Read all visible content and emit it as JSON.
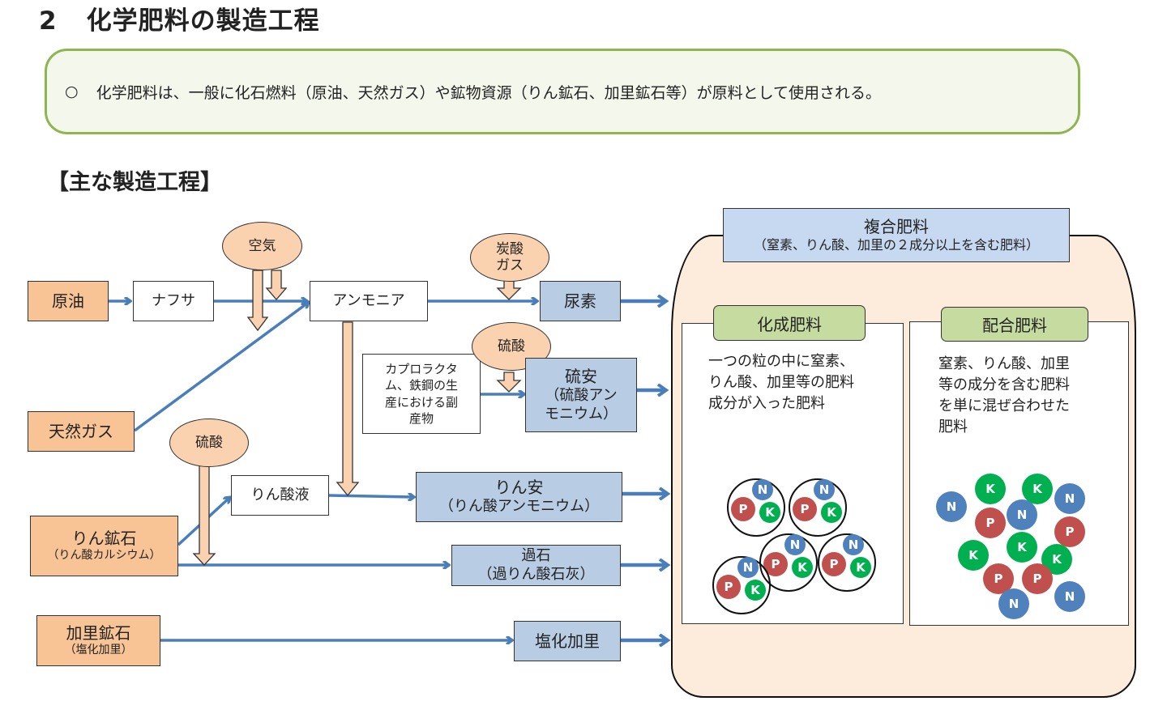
{
  "header": {
    "number": "2",
    "title": "化学肥料の製造工程"
  },
  "intro": {
    "bullet": "○",
    "text": "化学肥料は、一般に化石燃料（原油、天然ガス）や鉱物資源（りん鉱石、加里鉱石等）が原料として使用される。"
  },
  "subtitle": "【主な製造工程】",
  "raw_materials": {
    "crude_oil": "原油",
    "natural_gas": "天然ガス",
    "phosphate_rock": {
      "name": "りん鉱石",
      "note": "（りん酸カルシウム）"
    },
    "potash_ore": {
      "name": "加里鉱石",
      "note": "（塩化加里）"
    }
  },
  "intermediates": {
    "naphtha": "ナフサ",
    "ammonia": "アンモニア",
    "phosphoric_acid": "りん酸液",
    "byproduct": [
      "カプロラクタ",
      "ム、鉄鋼の生",
      "産における副",
      "産物"
    ]
  },
  "inputs": {
    "air": "空気",
    "co2": [
      "炭酸",
      "ガス"
    ],
    "sulfuric_acid_1": "硫酸",
    "sulfuric_acid_2": "硫酸"
  },
  "products": {
    "urea": "尿素",
    "ammonium_sulfate": {
      "name": "硫安",
      "note1": "（硫酸アン",
      "note2": "モニウム）"
    },
    "ammonium_phosphate": {
      "name": "りん安",
      "note": "（りん酸アンモニウム）"
    },
    "superphosphate": {
      "name": "過石",
      "note": "（過りん酸石灰）"
    },
    "potassium_chloride": "塩化加里"
  },
  "compound_fertilizer": {
    "title": "複合肥料",
    "note": "（窒素、りん酸、加里の２成分以上を含む肥料）",
    "chemical": {
      "label": "化成肥料",
      "description": [
        "一つの粒の中に窒素、",
        "りん酸、加里等の肥料",
        "成分が入った肥料"
      ]
    },
    "blended": {
      "label": "配合肥料",
      "description": [
        "窒素、りん酸、加里",
        "等の成分を含む肥料",
        "を単に混ぜ合わせた",
        "肥料"
      ]
    }
  },
  "particle_labels": {
    "nitrogen": "N",
    "phosphorus": "P",
    "potassium": "K"
  },
  "colors": {
    "arrow": "#4a7ebb",
    "raw": "#f8c496",
    "product": "#b8cce4",
    "nitrogen": "#4f81bd",
    "phosphorus": "#c0504d",
    "potassium": "#00b050"
  }
}
